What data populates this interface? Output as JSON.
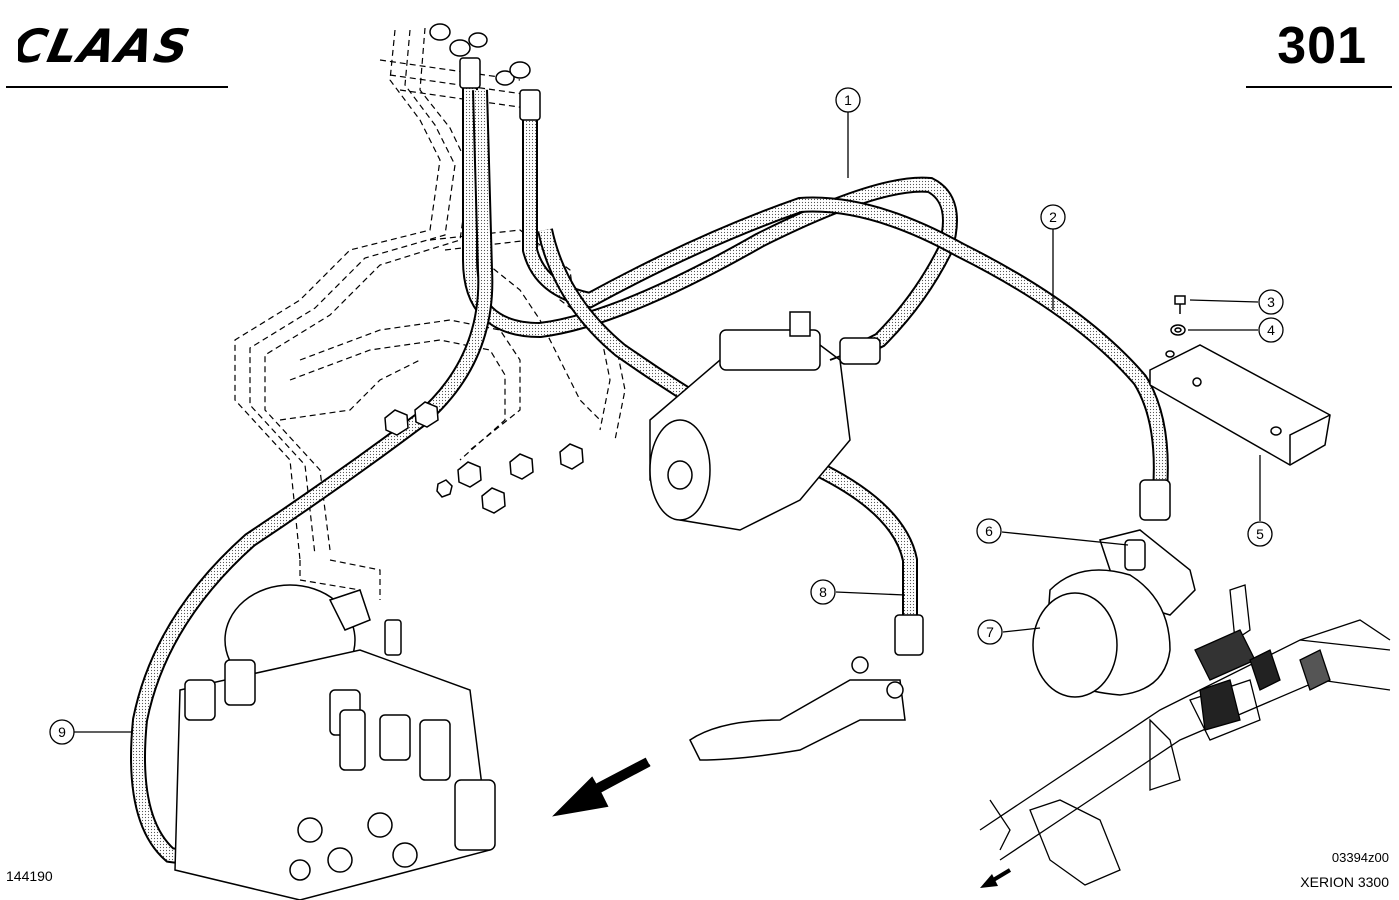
{
  "header": {
    "brand": "CLAAS",
    "page_number": "301"
  },
  "callouts": [
    "1",
    "2",
    "3",
    "4",
    "5",
    "6",
    "7",
    "8",
    "9"
  ],
  "footer": {
    "image_number": "144190",
    "drawing_code": "03394z00",
    "model": "XERION 3300"
  }
}
